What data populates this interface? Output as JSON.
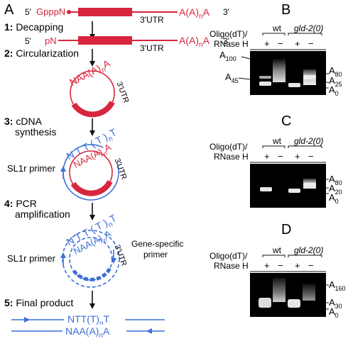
{
  "colors": {
    "red": "#d7263d",
    "blue": "#3a6fd8",
    "text": "#111111",
    "gel_bg": "#000000",
    "band": "#e6e6e6"
  },
  "panel_a": {
    "letter": "A",
    "five_prime": "5'",
    "three_prime": "3'",
    "cap": "GpppN",
    "pn": "pN",
    "utr": "3'UTR",
    "tail_1": "A(A)",
    "tail_n": "n",
    "tail_2": "A",
    "steps": [
      {
        "num": "1:",
        "label": "Decapping"
      },
      {
        "num": "2:",
        "label": "Circularization"
      },
      {
        "num": "3:",
        "label": "cDNA"
      },
      {
        "num": "",
        "label": "synthesis"
      },
      {
        "num": "4:",
        "label": "PCR"
      },
      {
        "num": "",
        "label": "amplification"
      },
      {
        "num": "5:",
        "label": "Final product"
      }
    ],
    "circ_polya": "NAA(A)",
    "circ_polya_n": "n",
    "circ_polya_end": "A",
    "circ_utr": "3'UTR",
    "cdna_ntt": "N T T ( T )",
    "cdna_ntt_n": "n",
    "cdna_ntt_end": "T",
    "sl1r_primer": "SL1r primer",
    "gene_specific": "Gene-specific",
    "gene_specific_2": "primer",
    "final_top": "NTT(T)",
    "final_top_n": "n",
    "final_top_end": "T",
    "final_bottom": "NAA(A)",
    "final_bottom_n": "n",
    "final_bottom_end": "A"
  },
  "gels": [
    {
      "letter": "B",
      "oligo_label": "Oligo(dT)/",
      "rnase_label": "RNase H",
      "group_wt": "wt",
      "group_mut": "gld-2(0)",
      "lanes": [
        "+",
        "−",
        "+",
        "−"
      ],
      "left_markers": [
        {
          "base": "A",
          "sub": "100"
        },
        {
          "base": "A",
          "sub": "45"
        }
      ],
      "right_markers": [
        {
          "base": "A",
          "sub": "80"
        },
        {
          "base": "A",
          "sub": "25"
        },
        {
          "base": "A",
          "sub": "0"
        }
      ]
    },
    {
      "letter": "C",
      "oligo_label": "Oligo(dT)/",
      "rnase_label": "RNase H",
      "group_wt": "wt",
      "group_mut": "gld-2(0)",
      "lanes": [
        "+",
        "−",
        "+",
        "−"
      ],
      "right_markers": [
        {
          "base": "A",
          "sub": "80"
        },
        {
          "base": "A",
          "sub": "20"
        },
        {
          "base": "A",
          "sub": "0"
        }
      ]
    },
    {
      "letter": "D",
      "oligo_label": "Oligo(dT)/",
      "rnase_label": "RNase H",
      "group_wt": "wt",
      "group_mut": "gld-2(0)",
      "lanes": [
        "+",
        "−",
        "+",
        "−"
      ],
      "right_markers": [
        {
          "base": "A",
          "sub": "160"
        },
        {
          "base": "A",
          "sub": "30"
        },
        {
          "base": "A",
          "sub": "0"
        }
      ]
    }
  ]
}
